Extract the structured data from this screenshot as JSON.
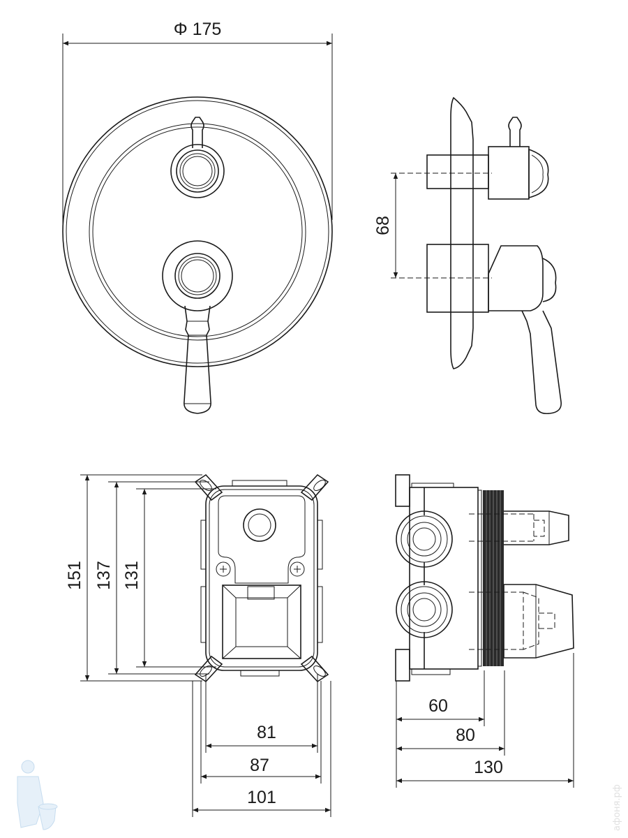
{
  "front_view": {
    "diameter_label": "Φ 175"
  },
  "side_view": {
    "spacing_label": "68"
  },
  "box_front": {
    "height_labels": [
      "151",
      "137",
      "131"
    ],
    "width_labels": [
      "81",
      "87",
      "101"
    ]
  },
  "box_side": {
    "depth_labels": [
      "60",
      "80",
      "130"
    ]
  },
  "watermark": {
    "text": "афоня.рф"
  },
  "colors": {
    "line": "#1a1a1a",
    "logo": "#cfe3f3"
  }
}
